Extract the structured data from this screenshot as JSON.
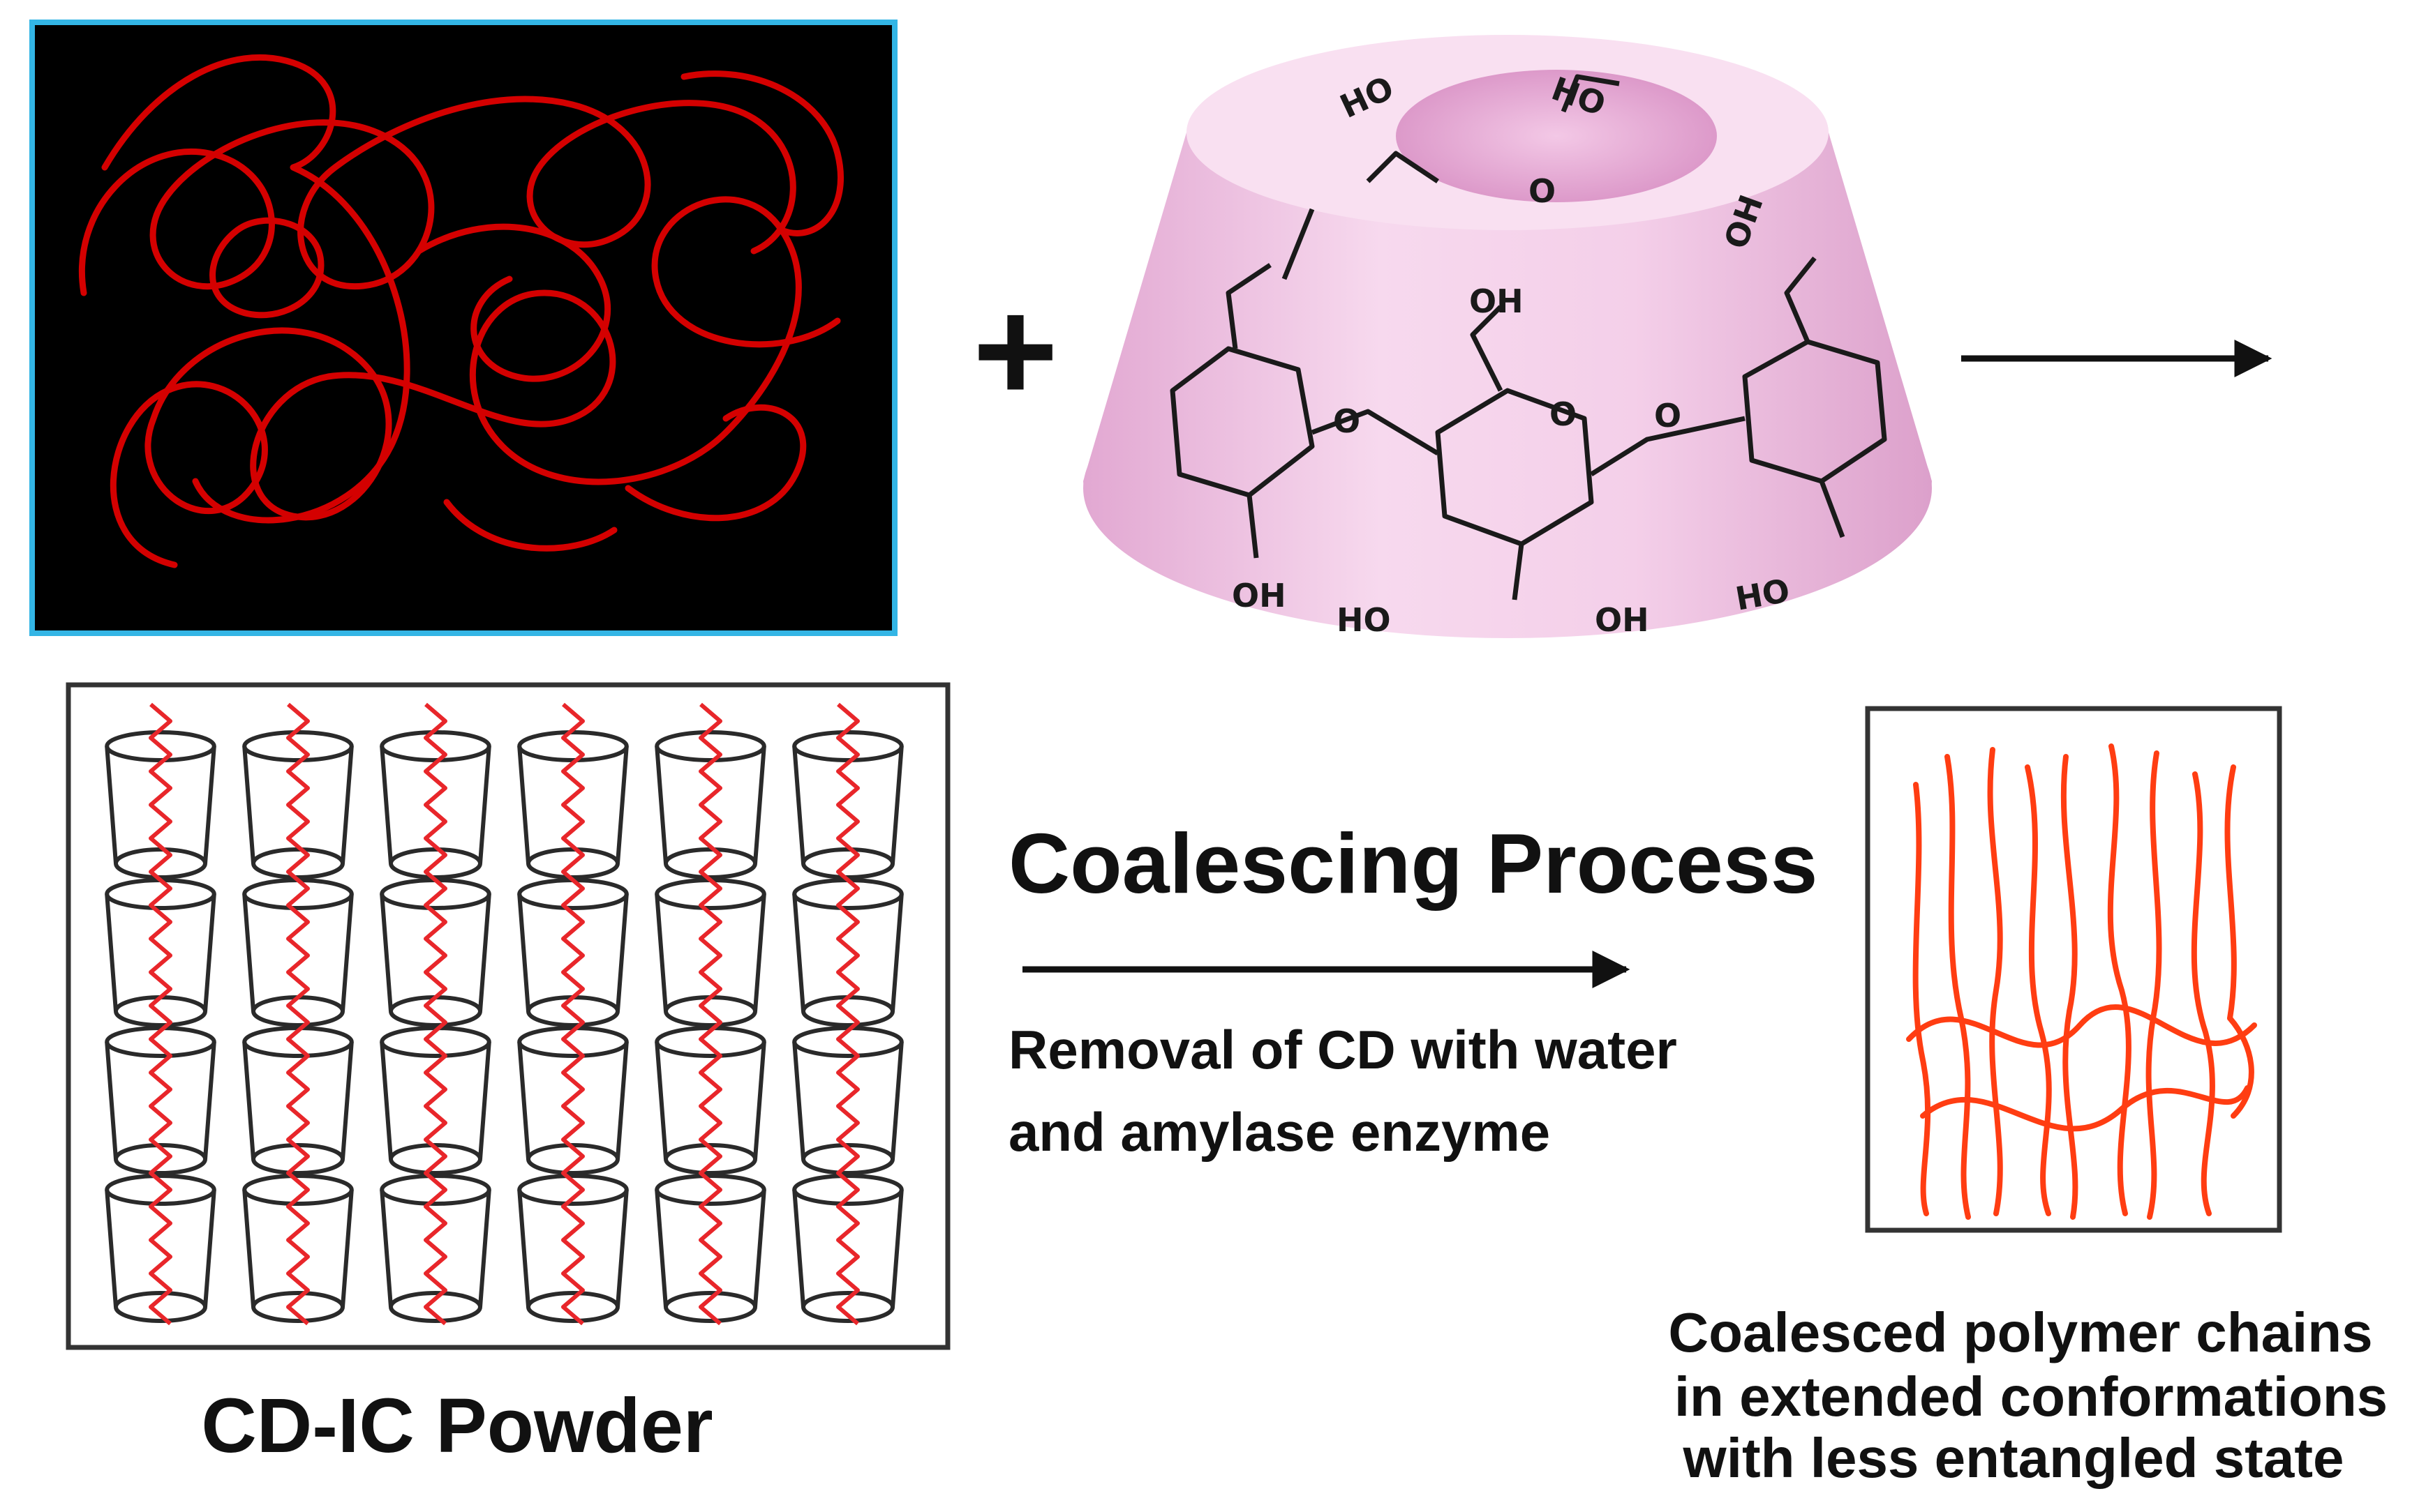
{
  "colors": {
    "coil": "#d40000",
    "panel_bg": "#000000",
    "panel_border": "#33b5e5",
    "cd_pink": "#f1c4e4",
    "chain_orange": "#ff3d12",
    "ic_chain": "#e8262a",
    "ink": "#111111"
  },
  "top": {
    "plus": "+",
    "cd_labels": [
      "HO",
      "HO",
      "OH",
      "OH",
      "O",
      "O",
      "O",
      "O",
      "OH",
      "HO",
      "OH",
      "HO"
    ]
  },
  "bottom": {
    "powder_label": "CD-IC Powder",
    "process_title": "Coalescing Process",
    "process_line1": "Removal of CD with water",
    "process_line2": "and amylase enzyme",
    "result_line1": "Coalesced polymer chains",
    "result_line2": "in extended conformations",
    "result_line3": "with less entangled state"
  }
}
